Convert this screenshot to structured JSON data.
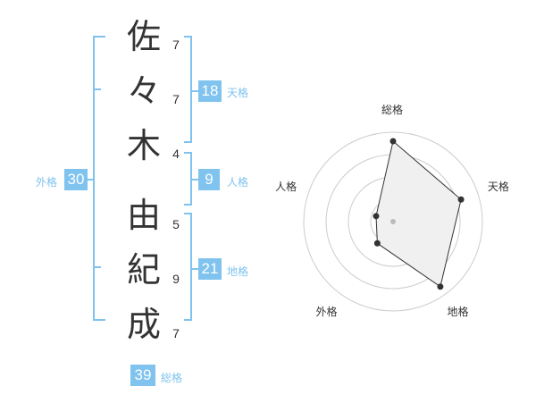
{
  "name": {
    "chars": [
      {
        "char": "佐",
        "strokes": "7"
      },
      {
        "char": "々",
        "strokes": "7"
      },
      {
        "char": "木",
        "strokes": "4"
      },
      {
        "char": "由",
        "strokes": "5"
      },
      {
        "char": "紀",
        "strokes": "9"
      },
      {
        "char": "成",
        "strokes": "7"
      }
    ]
  },
  "fortunes": {
    "tenkaku": {
      "value": "18",
      "label": "天格"
    },
    "jinkaku": {
      "value": "9",
      "label": "人格"
    },
    "chikaku": {
      "value": "21",
      "label": "地格"
    },
    "gaikaku": {
      "value": "30",
      "label": "外格"
    },
    "soukaku": {
      "value": "39",
      "label": "総格"
    }
  },
  "colors": {
    "accent": "#7fc3ee",
    "text": "#333333",
    "radar_fill": "#f0f0f0",
    "radar_ring": "#cccccc"
  },
  "chart_data": {
    "type": "radar",
    "axes": [
      "総格",
      "天格",
      "地格",
      "外格",
      "人格"
    ],
    "values": [
      0.9,
      0.8,
      0.9,
      0.3,
      0.2
    ],
    "rings": 4,
    "range": [
      0,
      1
    ]
  }
}
